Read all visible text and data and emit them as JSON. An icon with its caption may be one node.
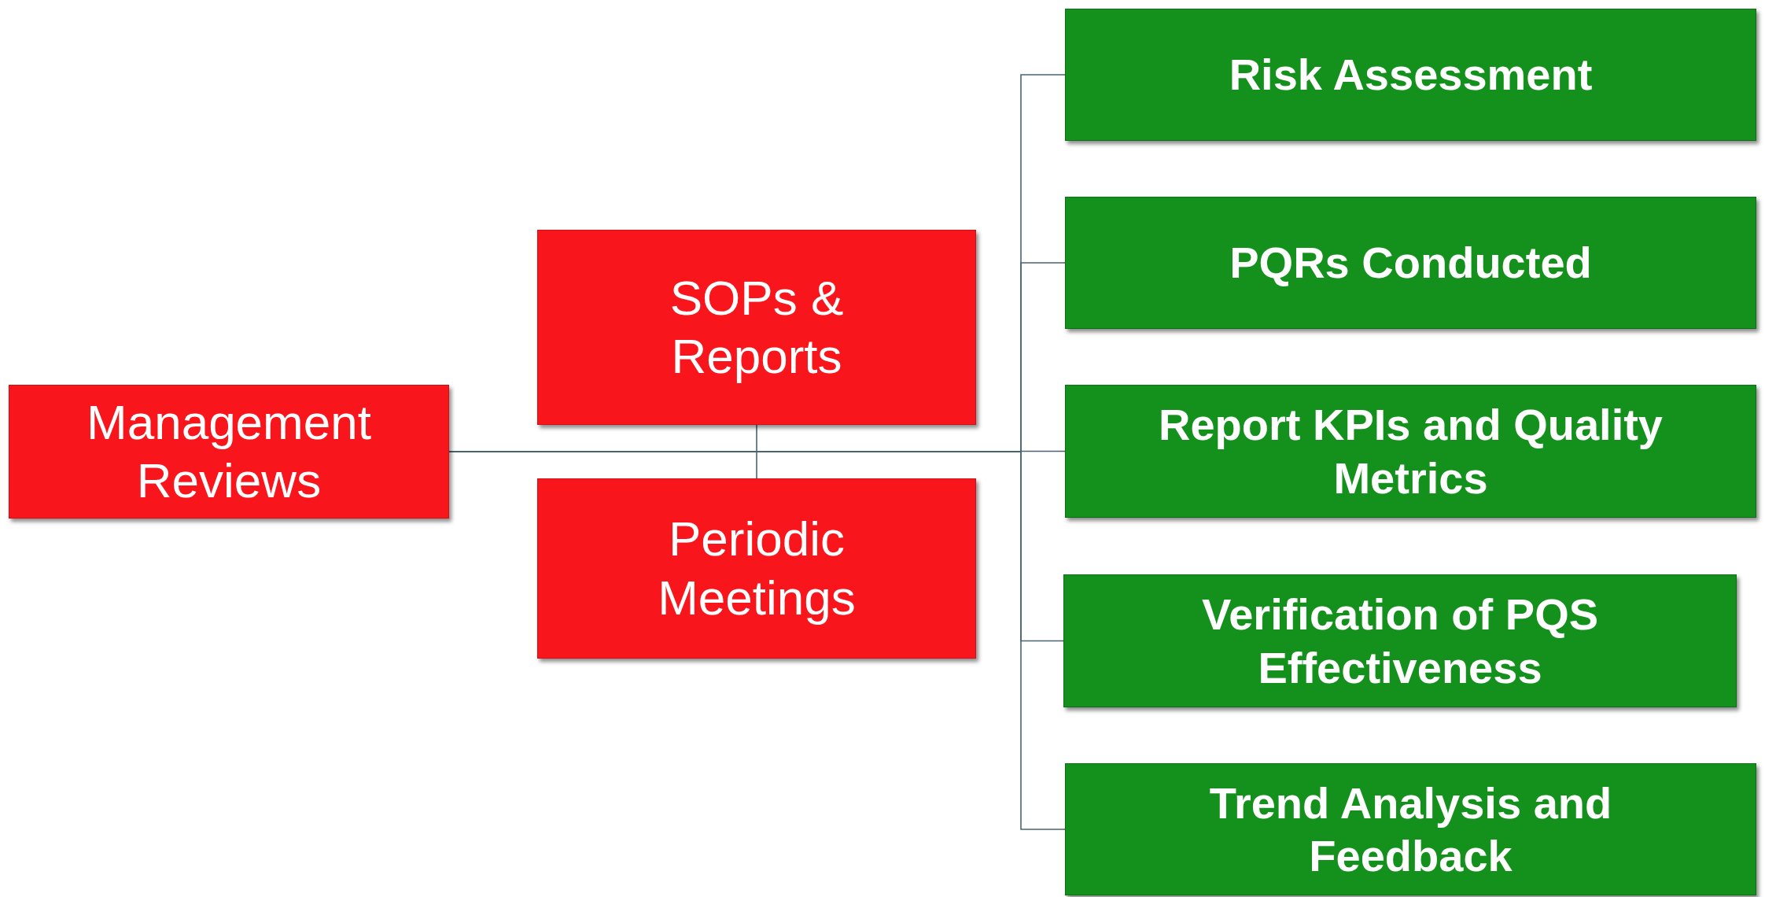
{
  "diagram": {
    "nodes": [
      {
        "text": [
          "Management Reviews"
        ]
      },
      {
        "text": [
          "SOPs & Reports"
        ]
      },
      {
        "text": [
          "Periodic Meetings"
        ]
      },
      {
        "text": [
          "Risk Assessment"
        ]
      },
      {
        "text": [
          "PQRs Conducted"
        ]
      },
      {
        "text": [
          "Report KPIs and Quality Metrics"
        ]
      },
      {
        "text": [
          "Verification of PQS Effectiveness"
        ]
      },
      {
        "text": [
          "Trend Analysis and Feedback"
        ]
      }
    ],
    "edges": [
      {
        "from": 0,
        "to": 1,
        "arrow": "none"
      },
      {
        "from": 0,
        "to": 2,
        "arrow": "none"
      },
      {
        "from": 0,
        "to": 3,
        "arrow": "none"
      },
      {
        "from": 0,
        "to": 4,
        "arrow": "none"
      },
      {
        "from": 0,
        "to": 5,
        "arrow": "none"
      },
      {
        "from": 0,
        "to": 6,
        "arrow": "none"
      },
      {
        "from": 0,
        "to": 7,
        "arrow": "none"
      }
    ]
  }
}
